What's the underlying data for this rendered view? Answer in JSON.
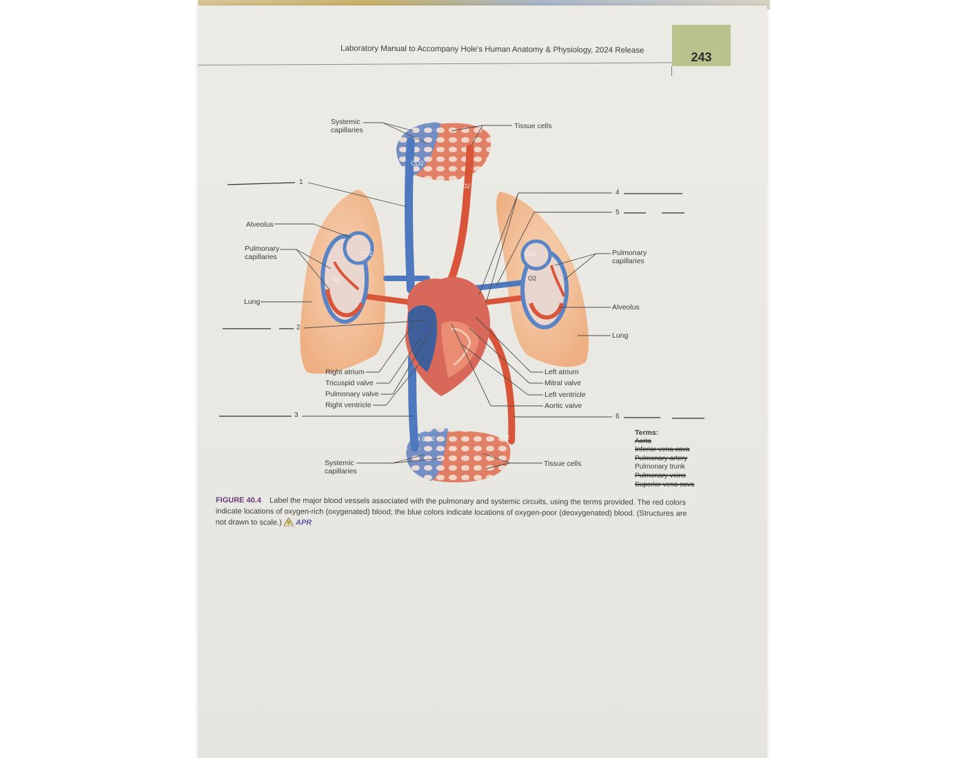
{
  "header": {
    "running_title": "Laboratory Manual to Accompany Hole's Human Anatomy & Physiology, 2024 Release",
    "page_number": "243"
  },
  "labels": {
    "systemic_capillaries_top": "Systemic\ncapillaries",
    "tissue_cells_top": "Tissue cells",
    "alveolus_left": "Alveolus",
    "pulmonary_capillaries_left": "Pulmonary\ncapillaries",
    "lung_left": "Lung",
    "pulmonary_capillaries_right": "Pulmonary\ncapillaries",
    "alveolus_right": "Alveolus",
    "lung_right": "Lung",
    "right_atrium": "Right atrium",
    "tricuspid_valve": "Tricuspid valve",
    "pulmonary_valve": "Pulmonary valve",
    "right_ventricle": "Right ventricle",
    "left_atrium": "Left atrium",
    "mitral_valve": "Mitral valve",
    "left_ventricle": "Left ventricle",
    "aortic_valve": "Aortic valve",
    "systemic_capillaries_bottom": "Systemic\ncapillaries",
    "tissue_cells_bottom": "Tissue cells"
  },
  "gas_labels": {
    "co2": "CO2",
    "o2": "O2"
  },
  "blank_numbers": [
    "1",
    "2",
    "3",
    "4",
    "5",
    "6"
  ],
  "terms": {
    "title": "Terms:",
    "items": [
      {
        "text": "Aorta",
        "struck": true
      },
      {
        "text": "Inferior vena cava",
        "struck": true
      },
      {
        "text": "Pulmonary artery",
        "struck": true
      },
      {
        "text": "Pulmonary trunk",
        "struck": false
      },
      {
        "text": "Pulmonary veins",
        "struck": true
      },
      {
        "text": "Superior vena cava",
        "struck": true
      }
    ]
  },
  "caption": {
    "figure_number": "FIGURE 40.4",
    "text": "Label the major blood vessels associated with the pulmonary and systemic circuits, using the terms provided. The red colors indicate locations of oxygen-rich (oxygenated) blood; the blue colors indicate locations of oxygen-poor (deoxygenated) blood. (Structures are not drawn to scale.)",
    "apr": "APR"
  },
  "colors": {
    "oxygenated": "#d9553a",
    "deoxygenated": "#5b84c4",
    "lung": "#f0b98e",
    "heart": "#d8685a",
    "page_box": "#b9c38e"
  }
}
